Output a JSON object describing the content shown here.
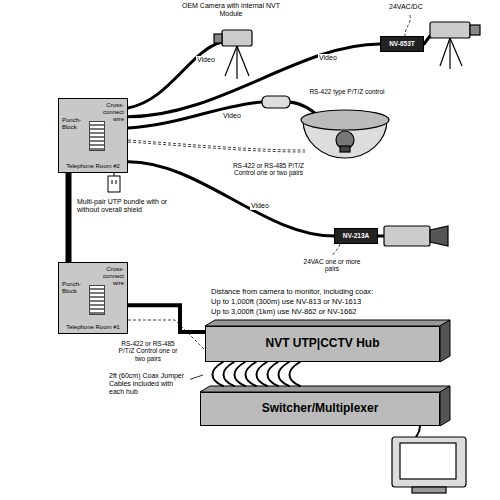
{
  "diagram": {
    "nodes": [
      {
        "text": [
          "NV-653T"
        ]
      },
      {
        "text": [
          "Cross-connect wire",
          "Punch-Block",
          "Telephone Room #2"
        ]
      },
      {
        "text": [
          "NV-213A"
        ]
      },
      {
        "text": [
          "Cross-connect wire",
          "Punch-Block",
          "Telephone Room #1"
        ]
      },
      {
        "text": [
          "NVT UTP|CCTV Hub"
        ]
      },
      {
        "text": [
          "Switcher/Multiplexer"
        ]
      }
    ],
    "edges": [
      {
        "from": 1,
        "to": 3,
        "arrow": "none",
        "label": "Multi-pair UTP bundle with or without overall shield"
      },
      {
        "from": 3,
        "to": 4,
        "arrow": "none"
      },
      {
        "from": 4,
        "to": 5,
        "arrow": "none"
      },
      {
        "from": 1,
        "to": 0,
        "arrow": "none"
      },
      {
        "from": 1,
        "to": 2,
        "arrow": "none"
      }
    ],
    "labels": [
      "OEM Camera with internal NVT Module",
      "Video",
      "24VAC/DC",
      "Video",
      "RS-422 type P/T/Z control",
      "Video",
      "RS-422 or RS-485 P/T/Z Control one or two pairs",
      "Video",
      "24VAC one or more pairs",
      "Distance from camera to monitor, including coax:",
      "Up to 1,000ft (300m) use NV-813 or NV-1613",
      "Up to 3,000ft (1km) use NV-862 or NV-1662",
      "RS-422 or RS-485 P/T/Z Control one or two pairs",
      "2ft (60cm) Coax Jumper Cables included with each hub"
    ]
  }
}
